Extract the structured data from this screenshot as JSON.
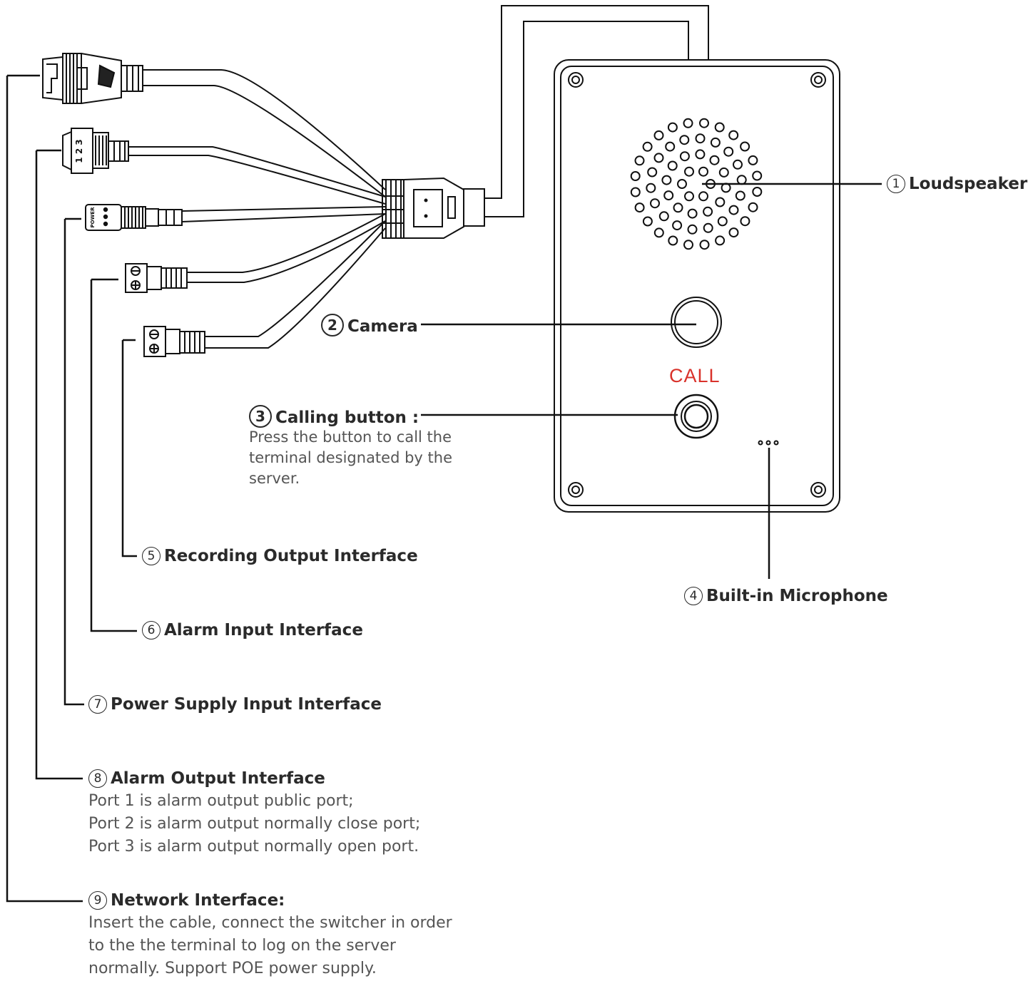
{
  "device": {
    "call_text": "CALL"
  },
  "labels": {
    "loudspeaker": {
      "num": "1",
      "text": "Loudspeaker"
    },
    "camera": {
      "num": "2",
      "text": "Camera"
    },
    "calling_button": {
      "num": "3",
      "text": "Calling button :",
      "desc": [
        "Press the button to call the",
        "terminal designated by the",
        "server."
      ]
    },
    "microphone": {
      "num": "4",
      "text": "Built-in Microphone"
    },
    "recording": {
      "num": "5",
      "text": "Recording Output Interface"
    },
    "alarm_input": {
      "num": "6",
      "text": "Alarm Input Interface"
    },
    "power": {
      "num": "7",
      "text": "Power Supply Input Interface"
    },
    "alarm_output": {
      "num": "8",
      "text": "Alarm Output Interface",
      "desc": [
        "Port 1 is alarm output public port;",
        "Port 2 is alarm output normally close port;",
        "Port 3 is alarm output normally open port."
      ]
    },
    "network": {
      "num": "9",
      "text": "Network Interface:",
      "desc": [
        "Insert the cable, connect the switcher in order",
        "to the the terminal to log on the server",
        "normally. Support POE power supply."
      ]
    }
  },
  "connector_marks": {
    "alarm_output_pins": "1 2 3",
    "power_mark": "POWER"
  }
}
